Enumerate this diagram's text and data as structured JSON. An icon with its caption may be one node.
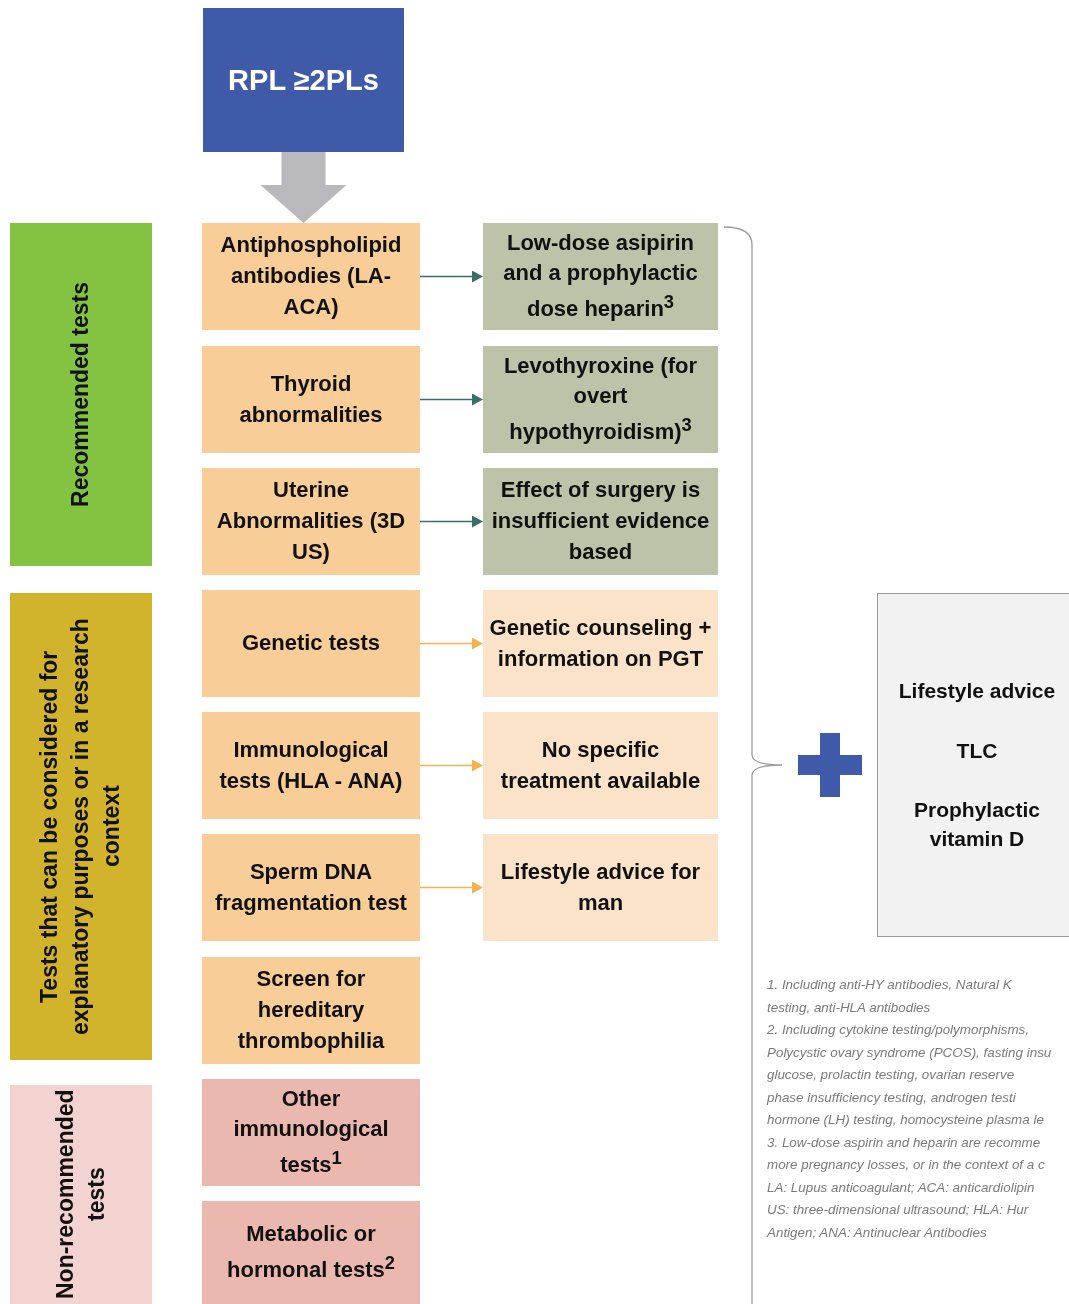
{
  "diagram": {
    "nodes": [
      {
        "text": [
          "RPL ≥2PLs"
        ]
      },
      {
        "text": [
          "Recommended tests"
        ]
      },
      {
        "text": [
          "Tests that can be considered for explanatory purposes or in a research context"
        ]
      },
      {
        "text": [
          "Non-recommended tests"
        ]
      },
      {
        "text": [
          "Antiphospholipid antibodies (LA-ACA)"
        ]
      },
      {
        "text": [
          "Low-dose asipirin and a prophylactic dose heparin$^{3}$"
        ]
      },
      {
        "text": [
          "Thyroid abnormalities"
        ]
      },
      {
        "text": [
          "Levothyroxine (for overt hypothyroidism)$^{3}$"
        ]
      },
      {
        "text": [
          "Uterine Abnormalities (3D US)"
        ]
      },
      {
        "text": [
          "Effect of surgery is insufficient evidence based"
        ]
      },
      {
        "text": [
          "Genetic tests"
        ]
      },
      {
        "text": [
          "Genetic counseling + information on PGT"
        ]
      },
      {
        "text": [
          "Immunological tests (HLA - ANA)"
        ]
      },
      {
        "text": [
          "No specific treatment available"
        ]
      },
      {
        "text": [
          "Sperm DNA fragmentation test"
        ]
      },
      {
        "text": [
          "Lifestyle advice for man"
        ]
      },
      {
        "text": [
          "Screen for hereditary thrombophilia"
        ]
      },
      {
        "text": [
          "Other immunological tests$^{1}$"
        ]
      },
      {
        "text": [
          "Metabolic or hormonal tests$^{2}$"
        ]
      },
      {
        "text": [
          "Lifestyle advice",
          "TLC",
          "Prophylactic vitamin D"
        ]
      }
    ],
    "edges": [
      {
        "from": 0,
        "to": 4,
        "arrow": "to",
        "style": "thick",
        "color": "#b9b8bd"
      },
      {
        "from": 4,
        "to": 5,
        "arrow": "to",
        "color": "#3a6e69"
      },
      {
        "from": 6,
        "to": 7,
        "arrow": "to",
        "color": "#3a6e69"
      },
      {
        "from": 8,
        "to": 9,
        "arrow": "to",
        "color": "#3a6e69"
      },
      {
        "from": 10,
        "to": 11,
        "arrow": "to",
        "color": "#f5b14c"
      },
      {
        "from": 12,
        "to": 13,
        "arrow": "to",
        "color": "#f5b14c"
      },
      {
        "from": 14,
        "to": 15,
        "arrow": "to",
        "color": "#f5b14c"
      }
    ],
    "labels": [
      "1. Including anti-HY antibodies, Natural K",
      "testing, anti-HLA antibodies",
      "2. Including cytokine testing/polymorphisms,",
      "Polycystic ovary syndrome (PCOS), fasting insu",
      "glucose, prolactin testing, ovarian reserve",
      "phase insufficiency testing, androgen testi",
      "hormone (LH) testing, homocysteine plasma le",
      "3. Low-dose aspirin and heparin are recomme",
      "more pregnancy losses, or in the context of a c",
      "LA: Lupus anticoagulant; ACA: anticardiolipin",
      "US: three-dimensional ultrasound; HLA: Hur",
      "Antigen; ANA: Antinuclear Antibodies"
    ]
  }
}
